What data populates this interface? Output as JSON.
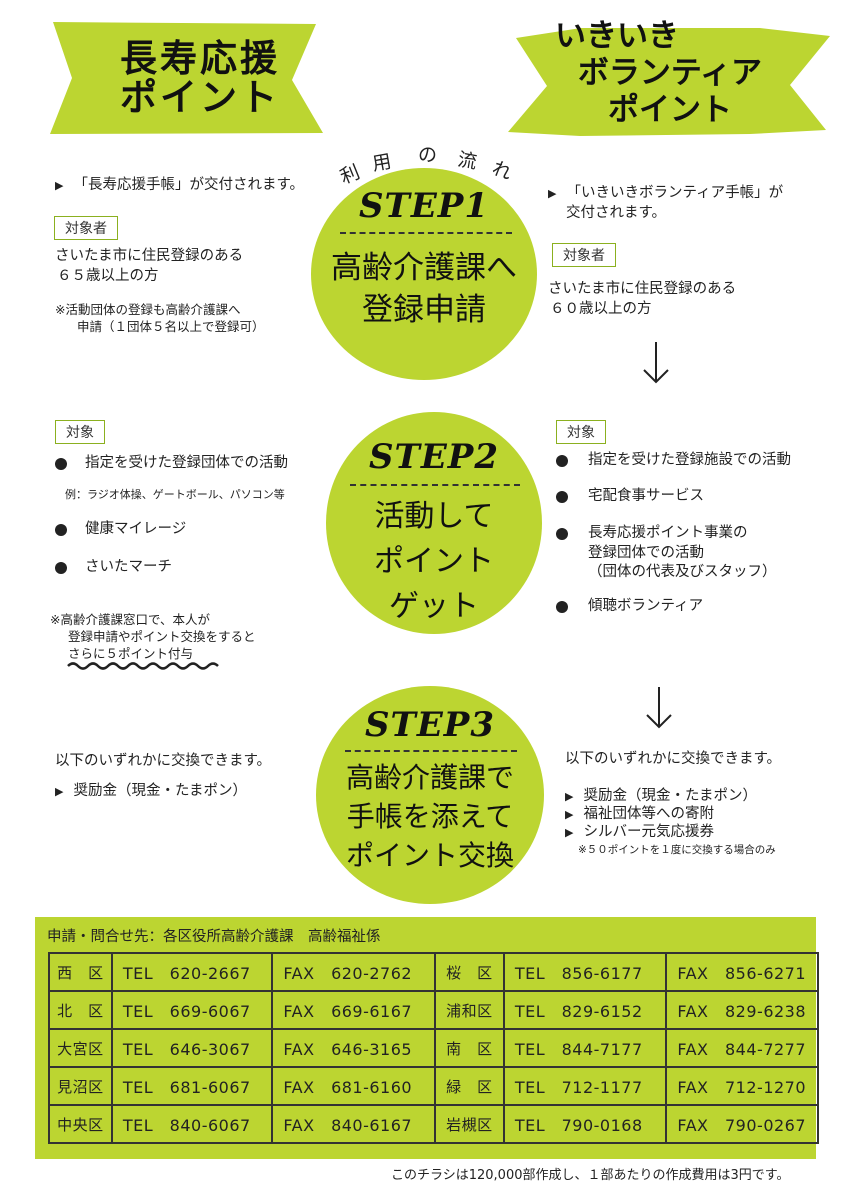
{
  "left_ribbon": {
    "line1": "長寿応援",
    "line2": "ポイント"
  },
  "right_ribbon": {
    "line1": "いきいき",
    "line2": "ボランティア",
    "line3": "ポイント"
  },
  "flow_label": [
    "利",
    "用",
    "の",
    "流",
    "れ"
  ],
  "step1": {
    "title": "STEP1",
    "text1": "高齢介護課へ",
    "text2": "登録申請",
    "left": {
      "line": "「長寿応援手帳」が交付されます。",
      "badge": "対象者",
      "target1": "さいたま市に住民登録のある",
      "target2": "６５歳以上の方",
      "note1": "※活動団体の登録も高齢介護課へ",
      "note2": "申請（１団体５名以上で登録可）"
    },
    "right": {
      "line1": "「いきいきボランティア手帳」が",
      "line2": "交付されます。",
      "badge": "対象者",
      "target1": "さいたま市に住民登録のある",
      "target2": "６０歳以上の方"
    }
  },
  "step2": {
    "title": "STEP2",
    "text1": "活動して",
    "text2": "ポイント",
    "text3": "ゲット",
    "left": {
      "badge": "対象",
      "item1": "指定を受けた登録団体での活動",
      "example": "例：ラジオ体操、ゲートボール、パソコン等",
      "item2": "健康マイレージ",
      "item3": "さいたマーチ",
      "note1": "※高齢介護課窓口で、本人が",
      "note2": "登録申請やポイント交換をすると",
      "note3": "さらに５ポイント付与"
    },
    "right": {
      "badge": "対象",
      "item1": "指定を受けた登録施設での活動",
      "item2": "宅配食事サービス",
      "item3a": "長寿応援ポイント事業の",
      "item3b": "登録団体での活動",
      "item3c": "（団体の代表及びスタッフ）",
      "item4": "傾聴ボランティア"
    }
  },
  "step3": {
    "title": "STEP3",
    "text1": "高齢介護課で",
    "text2": "手帳を添えて",
    "text3": "ポイント交換",
    "left": {
      "line": "以下のいずれかに交換できます。",
      "item1": "奨励金（現金・たまポン）"
    },
    "right": {
      "line": "以下のいずれかに交換できます。",
      "item1": "奨励金（現金・たまポン）",
      "item2": "福祉団体等への寄附",
      "item3": "シルバー元気応援券",
      "note": "※５０ポイントを１度に交換する場合のみ"
    }
  },
  "contact": {
    "heading": "申請・問合せ先：各区役所高齢介護課　高齢福祉係",
    "rows": [
      {
        "ward1": "西　区",
        "tel1": "TEL　620-2667",
        "fax1": "FAX　620-2762",
        "ward2": "桜　区",
        "tel2": "TEL　856-6177",
        "fax2": "FAX　856-6271"
      },
      {
        "ward1": "北　区",
        "tel1": "TEL　669-6067",
        "fax1": "FAX　669-6167",
        "ward2": "浦和区",
        "tel2": "TEL　829-6152",
        "fax2": "FAX　829-6238"
      },
      {
        "ward1": "大宮区",
        "tel1": "TEL　646-3067",
        "fax1": "FAX　646-3165",
        "ward2": "南　区",
        "tel2": "TEL　844-7177",
        "fax2": "FAX　844-7277"
      },
      {
        "ward1": "見沼区",
        "tel1": "TEL　681-6067",
        "fax1": "FAX　681-6160",
        "ward2": "緑　区",
        "tel2": "TEL　712-1177",
        "fax2": "FAX　712-1270"
      },
      {
        "ward1": "中央区",
        "tel1": "TEL　840-6067",
        "fax1": "FAX　840-6167",
        "ward2": "岩槻区",
        "tel2": "TEL　790-0168",
        "fax2": "FAX　790-0267"
      }
    ]
  },
  "footnote": "このチラシは120,000部作成し、１部あたりの作成費用は3円です。",
  "colors": {
    "accent": "#bcd531",
    "ribbon": "#bcd531",
    "text": "#222222"
  },
  "icons": {
    "arrow": "down-arrow-icon",
    "bullet": "triangle-bullet-icon",
    "dot": "dot-bullet-icon"
  }
}
